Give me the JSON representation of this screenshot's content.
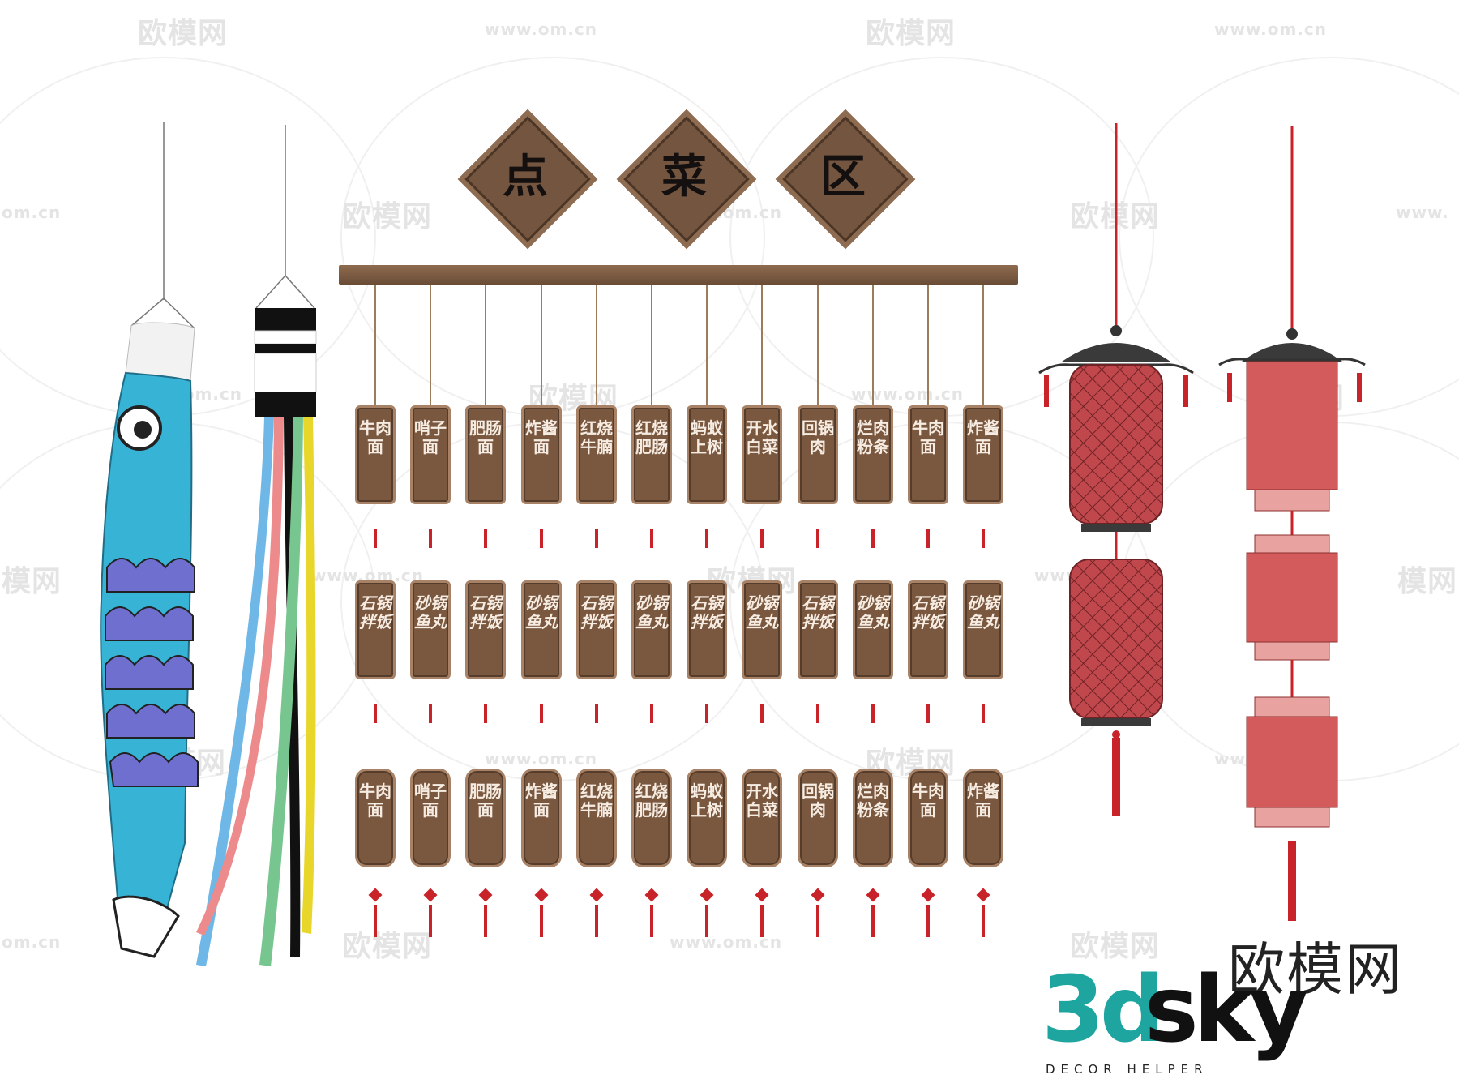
{
  "diamond_signs": [
    "点",
    "菜",
    "区"
  ],
  "plaque_rows": {
    "row1": [
      "牛肉面",
      "哨子面",
      "肥肠面",
      "炸酱面",
      "红烧牛腩",
      "红烧肥肠",
      "蚂蚁上树",
      "开水白菜",
      "回锅肉",
      "烂肉粉条",
      "牛肉面",
      "炸酱面"
    ],
    "row2": [
      "石锅拌饭",
      "砂锅鱼丸",
      "石锅拌饭",
      "砂锅鱼丸",
      "石锅拌饭",
      "砂锅鱼丸",
      "石锅拌饭",
      "砂锅鱼丸",
      "石锅拌饭",
      "砂锅鱼丸",
      "石锅拌饭",
      "砂锅鱼丸"
    ],
    "row3": [
      "牛肉面",
      "哨子面",
      "肥肠面",
      "炸酱面",
      "红烧牛腩",
      "红烧肥肠",
      "蚂蚁上树",
      "开水白菜",
      "回锅肉",
      "烂肉粉条",
      "牛肉面",
      "炸酱面"
    ]
  },
  "watermarks": {
    "cn": "欧模网",
    "url": "www.om.cn",
    "url_partial_left": "om.cn",
    "url_partial_right": "www.",
    "cn_partial": "模网"
  },
  "logo": {
    "cn": "欧模网",
    "brand_3d": "3d",
    "brand_sky": "sky",
    "tagline": "DECOR HELPER"
  },
  "colors": {
    "wood_dark": "#74553f",
    "wood_light": "#a88266",
    "lantern_red": "#c0484d",
    "tassel_red": "#c9232a",
    "koi_blue": "#37b3d6",
    "brand_teal": "#1ea5a0"
  }
}
